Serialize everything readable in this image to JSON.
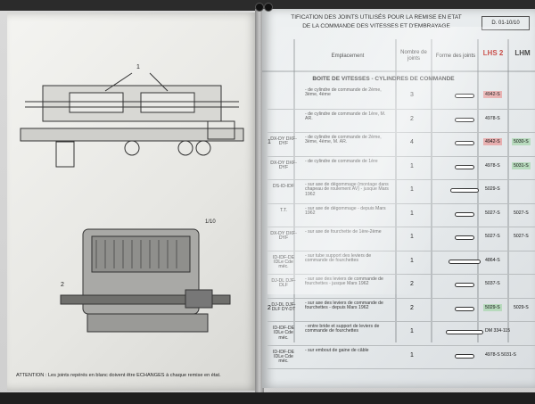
{
  "left_page": {
    "callout_1": "1",
    "callout_2": "2",
    "figure_ref": "1/10",
    "footer_note": "ATTENTION : Les joints repérés en blanc doivent être ECHANGES à chaque remise en état."
  },
  "right_page": {
    "title_line1": "TIFICATION DES JOINTS UTILISÉS POUR LA REMISE EN ETAT",
    "title_line2": "DE LA COMMANDE DES VITESSES ET D'EMBRAYAGE",
    "doc_ref": "D. 01-10/10",
    "columns": {
      "emplacement": "Emplacement",
      "nombre": "Nombre de joints",
      "forme": "Forme des joints",
      "lhs2": "LHS 2",
      "lhm": "LHM"
    },
    "section_title": "BOITE DE VITESSES - CYLINDRES DE COMMANDE",
    "rows": [
      {
        "model": "",
        "callout": "",
        "emplacement": "- de cylindre de commande de 2ème, 3ème, 4ème",
        "count": "3",
        "lhs2": "4942-S",
        "lhm": ""
      },
      {
        "model": "",
        "callout": "",
        "emplacement": "- de cylindre de commande de 1ère, M. AR.",
        "count": "2",
        "lhs2": "4978-S",
        "lhm": ""
      },
      {
        "model": "DX-DY DXF-DYF",
        "callout": "1",
        "emplacement": "- de cylindre de commande de 2ème, 3ème, 4ème, M. AR.",
        "count": "4",
        "lhs2": "4942-S",
        "lhm": "5030-S"
      },
      {
        "model": "DX-DY DXF-DYF",
        "callout": "",
        "emplacement": "- de cylindre de commande de 1ère",
        "count": "1",
        "lhs2": "4978-S",
        "lhm": "5031-S"
      },
      {
        "model": "DS-ID-IDF",
        "callout": "",
        "emplacement": "- sur axe de dégommage (montage dans chapeau de roulement AV) - jusque Mars 1962",
        "count": "1",
        "lhs2": "5029-S",
        "lhm": ""
      },
      {
        "model": "T.T.",
        "callout": "",
        "emplacement": "- sur axe de dégommage - depuis Mars 1962",
        "count": "1",
        "lhs2": "5027-S",
        "lhm": "5027-S"
      },
      {
        "model": "DX-DY DXF-DYF",
        "callout": "",
        "emplacement": "- sur axe de fourchette de 1ère-2ème",
        "count": "1",
        "lhs2": "5027-S",
        "lhm": "5027-S"
      },
      {
        "model": "ID-IDF-DE IDLe Cde méc.",
        "callout": "",
        "emplacement": "- sur tube support des leviers de commande de fourchettes",
        "count": "1",
        "lhs2": "4864-S",
        "lhm": ""
      },
      {
        "model": "DJ-DL DJF-DLF",
        "callout": "",
        "emplacement": "- sur axe des leviers de commande de fourchettes - jusque Mars 1962",
        "count": "2",
        "lhs2": "5037-S",
        "lhm": ""
      },
      {
        "model": "DJ-DL DJF-DLF DY-DT",
        "callout": "2",
        "emplacement": "- sur axe des leviers de commande de fourchettes - depuis Mars 1962",
        "count": "2",
        "lhs2": "5029-S",
        "lhm": "5029-S"
      },
      {
        "model": "ID-IDF-DE IDLe Cde méc.",
        "callout": "",
        "emplacement": "- entre bride et support de leviers de commande de fourchettes",
        "count": "1",
        "lhs2": "DM 334-115",
        "lhm": ""
      },
      {
        "model": "ID-IDF-DE IDLe Cde méc.",
        "callout": "",
        "emplacement": "- sur embout de gaine de câble",
        "count": "1",
        "lhs2": "4978-S 5031-S",
        "lhm": ""
      }
    ]
  }
}
